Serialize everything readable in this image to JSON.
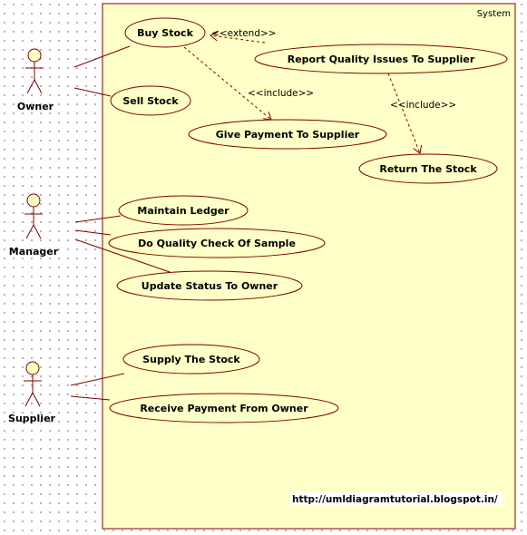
{
  "system": {
    "label": "System"
  },
  "actors": {
    "owner": "Owner",
    "manager": "Manager",
    "supplier": "Supplier"
  },
  "use_cases": {
    "buy_stock": "Buy Stock",
    "sell_stock": "Sell Stock",
    "report_quality": "Report Quality Issues To Supplier",
    "give_payment": "Give Payment To Supplier",
    "return_stock": "Return The Stock",
    "maintain_ledger": "Maintain Ledger",
    "quality_check": "Do Quality Check Of Sample",
    "update_status": "Update Status To Owner",
    "supply_stock": "Supply The Stock",
    "receive_payment": "Receive Payment From Owner"
  },
  "relations": {
    "extend": "<<extend>>",
    "include_payment": "<<include>>",
    "include_return": "<<include>>"
  },
  "footer": {
    "url": "http://umldiagramtutorial.blogspot.in/"
  },
  "colors": {
    "system_fill": "#ffffc8",
    "line": "#800000",
    "actor_fill": "#ffffc8"
  }
}
